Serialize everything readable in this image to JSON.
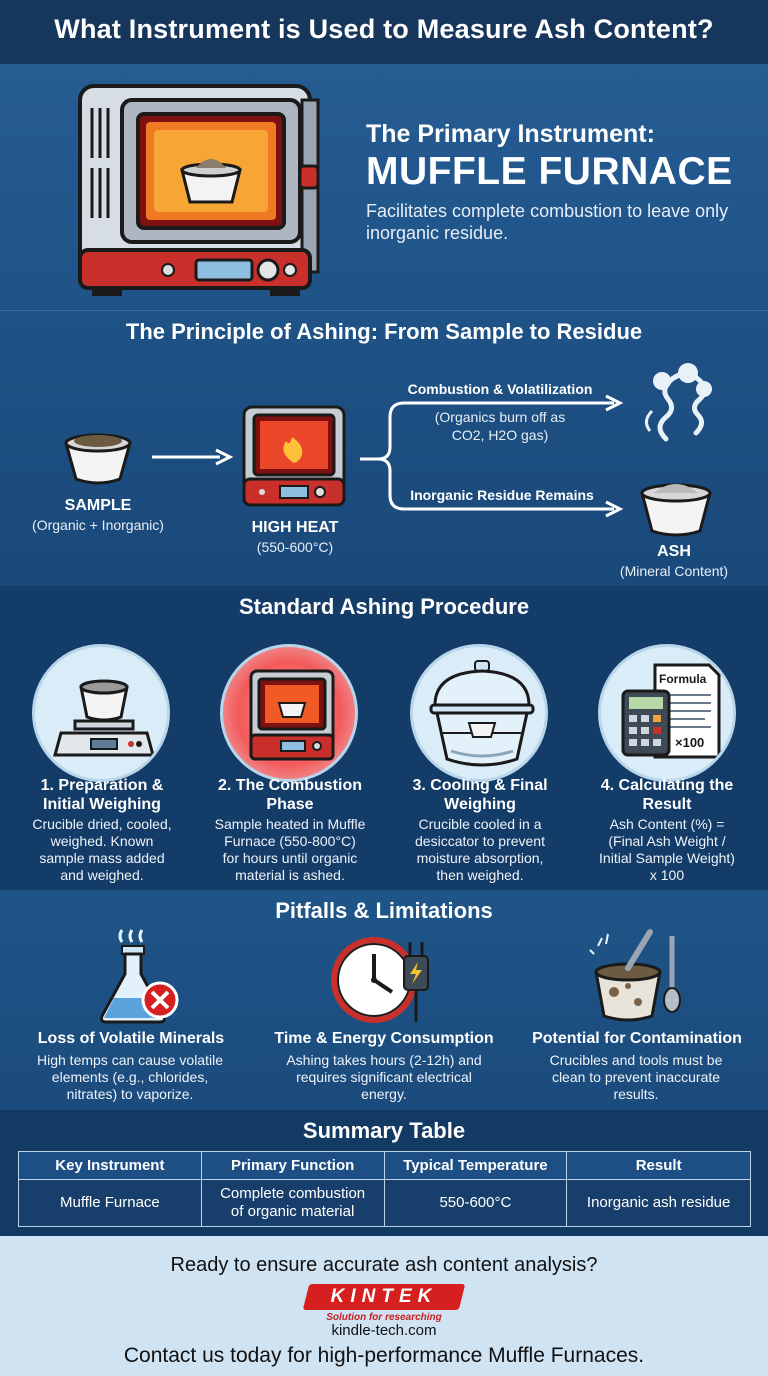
{
  "header": {
    "title": "What Instrument is Used to Measure Ash Content?"
  },
  "hero": {
    "subtitle": "The Primary Instrument:",
    "title": "MUFFLE FURNACE",
    "description": "Facilitates complete combustion to leave only inorganic residue."
  },
  "principle": {
    "title": "The Principle of Ashing: From Sample to Residue",
    "sample_label": "SAMPLE",
    "sample_note": "(Organic + Inorganic)",
    "heat_label": "HIGH HEAT",
    "heat_note": "(550-600°C)",
    "combustion_label": "Combustion & Volatilization",
    "combustion_note_1": "(Organics burn off as",
    "combustion_note_2": "CO2, H2O gas)",
    "residue_label": "Inorganic Residue Remains",
    "ash_label": "ASH",
    "ash_note": "(Mineral Content)"
  },
  "procedure": {
    "title": "Standard Ashing Procedure",
    "formula_word": "Formula",
    "formula_mult": "×100",
    "steps": [
      {
        "title_1": "1. Preparation &",
        "title_2": "Initial Weighing",
        "desc": [
          "Crucible dried, cooled,",
          "weighed. Known",
          "sample mass added",
          "and weighed."
        ]
      },
      {
        "title_1": "2. The Combustion",
        "title_2": "Phase",
        "desc": [
          "Sample heated in Muffle",
          "Furnace (550-800°C)",
          "for hours until organic",
          "material is ashed."
        ]
      },
      {
        "title_1": "3. Cooling & Final",
        "title_2": "Weighing",
        "desc": [
          "Crucible cooled in a",
          "desiccator to prevent",
          "moisture absorption,",
          "then weighed."
        ]
      },
      {
        "title_1": "4. Calculating the",
        "title_2": "Result",
        "desc": [
          "Ash Content (%) =",
          "(Final Ash Weight /",
          "Initial Sample Weight)",
          "x 100"
        ]
      }
    ]
  },
  "pitfalls": {
    "title": "Pitfalls & Limitations",
    "items": [
      {
        "title": "Loss of Volatile Minerals",
        "desc": [
          "High temps can cause volatile",
          "elements (e.g., chlorides,",
          "nitrates) to vaporize."
        ]
      },
      {
        "title": "Time & Energy Consumption",
        "desc": [
          "Ashing takes hours (2-12h) and",
          "requires significant electrical",
          "energy."
        ]
      },
      {
        "title": "Potential for Contamination",
        "desc": [
          "Crucibles and tools must be",
          "clean to prevent inaccurate",
          "results."
        ]
      }
    ]
  },
  "summary": {
    "title": "Summary Table",
    "headers": [
      "Key Instrument",
      "Primary Function",
      "Typical Temperature",
      "Result"
    ],
    "row": [
      "Muffle Furnace",
      "Complete combustion",
      "of organic material",
      "550-600°C",
      "Inorganic ash residue"
    ]
  },
  "footer": {
    "question": "Ready to ensure accurate ash content analysis?",
    "brand": "KINTEK",
    "tagline": "Solution for researching",
    "site": "kindle-tech.com",
    "cta": "Contact us today for high-performance Muffle Furnaces."
  },
  "colors": {
    "dark_navy": "#16365c",
    "mid_blue": "#1f5388",
    "accent_red": "#d62020",
    "footer_bg": "#cfe3f3"
  }
}
